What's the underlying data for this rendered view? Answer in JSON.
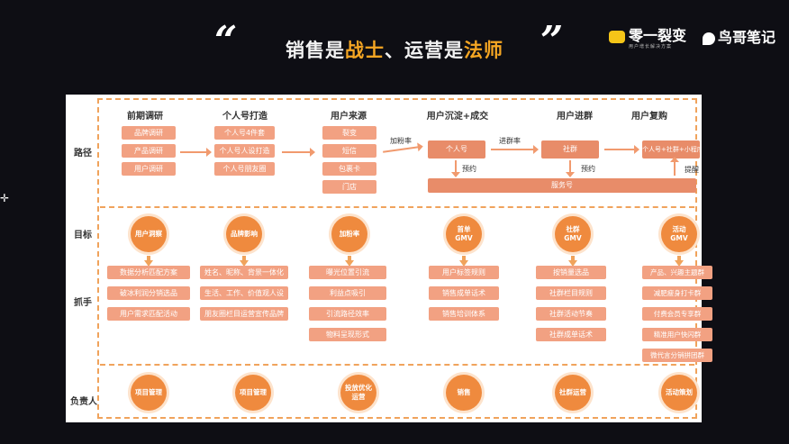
{
  "title": {
    "part1": "销售是",
    "part2": "战士",
    "part3": "、运营是",
    "part4": "法师"
  },
  "quote_open": "“",
  "quote_close": "”",
  "brands": {
    "logo1": "零一裂变",
    "logo1_sub": "用户增长解决方案",
    "logo2": "鸟哥笔记"
  },
  "rows": {
    "path": "路径",
    "goal": "目标",
    "grip": "抓手",
    "owner": "负责人"
  },
  "columns": [
    {
      "header": "前期调研",
      "path_items": [
        "品牌调研",
        "产品调研",
        "用户调研"
      ],
      "goal": "用户洞察",
      "grips": [
        "数据分析匹配方案",
        "破冰利润分销选品",
        "用户需求匹配活动"
      ],
      "owner": "项目管理"
    },
    {
      "header": "个人号打造",
      "path_items": [
        "个人号4件套",
        "个人号人设打造",
        "个人号朋友圈"
      ],
      "goal": "品牌影响",
      "grips": [
        "姓名、昵称、背景一体化",
        "生活、工作、价值观人设",
        "朋友圈栏目运营宣传品牌"
      ],
      "owner": "项目管理"
    },
    {
      "header": "用户来源",
      "path_items": [
        "裂变",
        "短信",
        "包裹卡",
        "门店"
      ],
      "goal": "加粉率",
      "grips": [
        "曝光位置引流",
        "利益点吸引",
        "引流路径效率",
        "物料呈现形式"
      ],
      "owner": "投放优化运营"
    },
    {
      "header": "用户沉淀+成交",
      "path_items": [
        "个人号"
      ],
      "goal": "首单GMV",
      "grips": [
        "用户标签规则",
        "销售成单话术",
        "销售培训体系"
      ],
      "owner": "销售"
    },
    {
      "header": "用户进群",
      "path_items": [
        "社群"
      ],
      "goal": "社群GMV",
      "grips": [
        "按销量选品",
        "社群栏目规则",
        "社群活动节奏",
        "社群成单话术"
      ],
      "owner": "社群运营"
    },
    {
      "header": "用户复购",
      "path_items": [
        "个人号+社群+小程序"
      ],
      "goal": "活动GMV",
      "grips": [
        "产品、兴趣主题群",
        "减肥瘦身打卡群",
        "付费会员专享群",
        "精准用户快闪群",
        "微代言分销拼团群"
      ],
      "owner": "活动策划"
    }
  ],
  "connectors": {
    "add_rate": "加粉率",
    "join_rate": "进群率",
    "reserve1": "预约",
    "reserve2": "预约",
    "remind": "提醒",
    "service": "服务号"
  },
  "colors": {
    "accent": "#f5a623",
    "pill": "#f2a182",
    "circle": "#ef8a3e",
    "dashed": "#f0a35c"
  }
}
